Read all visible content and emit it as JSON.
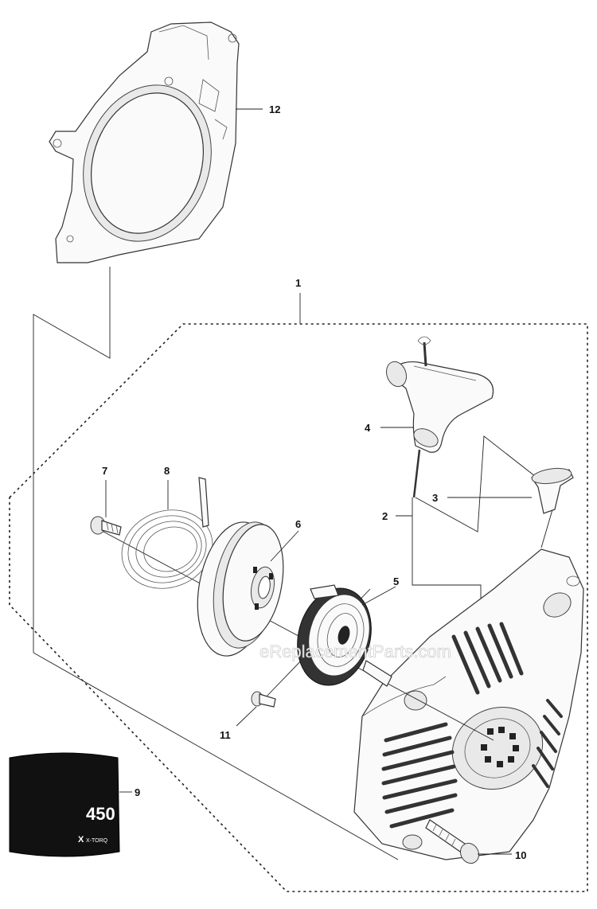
{
  "diagram": {
    "callouts": [
      {
        "id": "12",
        "text": "12"
      },
      {
        "id": "1",
        "text": "1"
      },
      {
        "id": "9",
        "text": "9"
      },
      {
        "id": "3",
        "text": "3"
      },
      {
        "id": "2",
        "text": "2"
      },
      {
        "id": "7",
        "text": "7"
      },
      {
        "id": "8",
        "text": "8"
      },
      {
        "id": "6",
        "text": "6"
      },
      {
        "id": "4",
        "text": "4"
      },
      {
        "id": "5",
        "text": "5"
      },
      {
        "id": "11",
        "text": "11"
      },
      {
        "id": "10",
        "text": "10"
      }
    ],
    "decal": {
      "model_text": "450",
      "line_text": "X",
      "small_text": "X-TORQ"
    },
    "watermark": "eReplacementParts.com"
  }
}
